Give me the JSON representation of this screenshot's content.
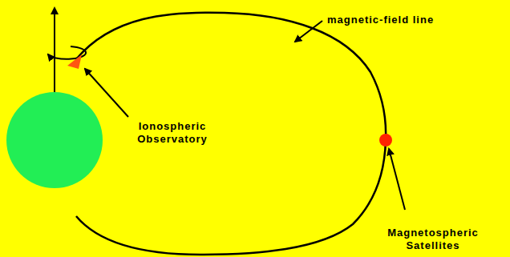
{
  "diagram": {
    "labels": [
      "magnetic-field line",
      "Ionospheric Observatory",
      "Magnetospheric Satellites"
    ]
  }
}
